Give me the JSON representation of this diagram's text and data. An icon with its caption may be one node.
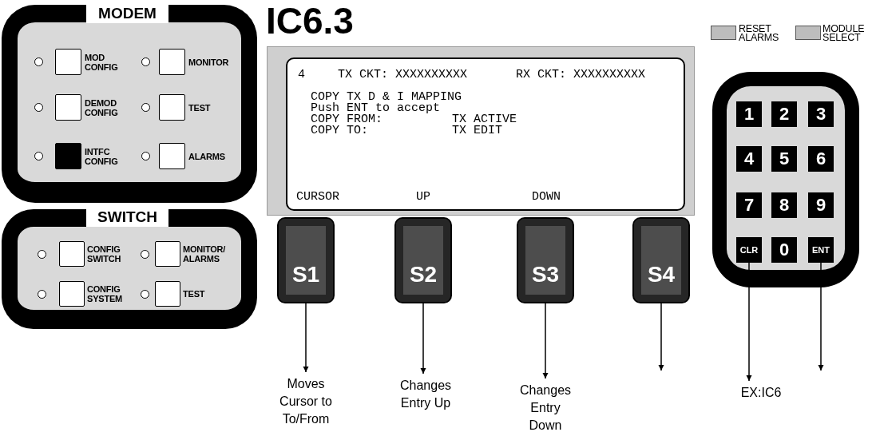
{
  "diagram": {
    "title": "IC6.3",
    "nodes": [
      {
        "text": [
          "MODEM"
        ]
      },
      {
        "text": [],
        "shape": "box",
        "beside": [
          "MOD CONFIG"
        ],
        "in": 0
      },
      {
        "text": [],
        "shape": "box",
        "beside": [
          "MONITOR"
        ],
        "in": 0
      },
      {
        "text": [],
        "shape": "box",
        "beside": [
          "DEMOD CONFIG"
        ],
        "in": 0
      },
      {
        "text": [],
        "shape": "box",
        "beside": [
          "TEST"
        ],
        "in": 0
      },
      {
        "text": [],
        "shape": "box",
        "beside": [
          "INTFC CONFIG"
        ],
        "in": 0
      },
      {
        "text": [],
        "shape": "box",
        "beside": [
          "ALARMS"
        ],
        "in": 0
      },
      {
        "text": [
          "SWITCH"
        ]
      },
      {
        "text": [],
        "shape": "box",
        "beside": [
          "CONFIG SWITCH"
        ],
        "in": 7
      },
      {
        "text": [],
        "shape": "box",
        "beside": [
          "MONITOR/ ALARMS"
        ],
        "in": 7
      },
      {
        "text": [],
        "shape": "box",
        "beside": [
          "CONFIG SYSTEM"
        ],
        "in": 7
      },
      {
        "text": [],
        "shape": "box",
        "beside": [
          "TEST"
        ],
        "in": 7
      },
      {
        "text": [],
        "shape": "box",
        "beside": [
          "RESET ALARMS"
        ]
      },
      {
        "text": [],
        "shape": "box",
        "beside": [
          "MODULE SELECT"
        ]
      },
      {
        "text": [
          "4",
          "TX CKT: XXXXXXXXXX",
          "RX CKT: XXXXXXXXXX",
          "COPY TX D & I MAPPING",
          "Push ENT to accept",
          "COPY FROM:",
          "TX ACTIVE",
          "COPY TO:",
          "TX EDIT",
          "CURSOR",
          "UP",
          "DOWN"
        ]
      },
      {
        "text": [
          "S1"
        ]
      },
      {
        "text": [
          "S2"
        ]
      },
      {
        "text": [
          "S3"
        ]
      },
      {
        "text": [
          "S4"
        ]
      },
      {
        "text": [],
        "shape": "box"
      },
      {
        "text": [
          "1"
        ],
        "in": 19
      },
      {
        "text": [
          "2"
        ],
        "in": 19
      },
      {
        "text": [
          "3"
        ],
        "in": 19
      },
      {
        "text": [
          "4"
        ],
        "in": 19
      },
      {
        "text": [
          "5"
        ],
        "in": 19
      },
      {
        "text": [
          "6"
        ],
        "in": 19
      },
      {
        "text": [
          "7"
        ],
        "in": 19
      },
      {
        "text": [
          "8"
        ],
        "in": 19
      },
      {
        "text": [
          "9"
        ],
        "in": 19
      },
      {
        "text": [
          "CLR"
        ],
        "in": 19
      },
      {
        "text": [
          "0"
        ],
        "in": 19
      },
      {
        "text": [
          "ENT"
        ],
        "in": 19
      },
      {
        "text": [
          "Moves Cursor to To/From"
        ]
      },
      {
        "text": [
          "Changes Entry Up"
        ]
      },
      {
        "text": [
          "Changes Entry Down"
        ]
      },
      {
        "text": [
          "EX:IC6"
        ]
      }
    ],
    "edges": [
      {
        "from": 15,
        "to": 32,
        "arrow": "to"
      },
      {
        "from": 16,
        "to": 33,
        "arrow": "to"
      },
      {
        "from": 17,
        "to": 34,
        "arrow": "to"
      },
      {
        "from": 18,
        "to": null,
        "arrow": "to"
      },
      {
        "from": 29,
        "to": 35,
        "arrow": "to"
      },
      {
        "from": 31,
        "to": null,
        "arrow": "to"
      }
    ]
  }
}
